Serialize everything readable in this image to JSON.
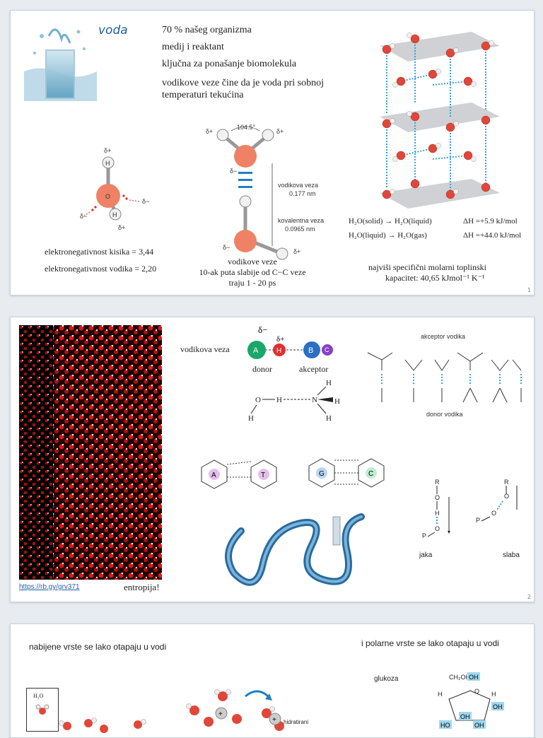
{
  "slide1": {
    "title": "voda",
    "bullets": [
      "70 % našeg organizma",
      "medij i reaktant",
      "ključna za ponašanje biomolekula",
      "vodikove veze čine da je voda pri sobnoj",
      "temperaturi tekućina"
    ],
    "water_labels": {
      "delta_plus": "δ+",
      "delta_minus": "δ−",
      "H": "H",
      "O": "O"
    },
    "en_oxygen": "elektronegativnost kisika = 3,44",
    "en_hydrogen": "elektronegativnost vodika = 2,20",
    "dimer": {
      "angle": "104.5°",
      "hbond_label": "vodikova veza",
      "hbond_len": "0.177 nm",
      "cov_label": "kovalentna veza",
      "cov_len": "0.0965 nm"
    },
    "caption_lines": [
      "vodikove veze",
      "10-ak puta slabije od C−C veze",
      "traju 1 - 20 ps"
    ],
    "reaction1": "H₂O(solid) → H₂O(liquid)",
    "dh1": "ΔH =+5.9 kJ/mol",
    "reaction2": "H₂O(liquid) → H₂O(gas)",
    "dh2": "ΔH =+44.0 kJ/mol",
    "heat_line1": "najviši specifični molarni toplinski",
    "heat_line2": "kapacitet: 40,65 kJmol⁻¹ K⁻¹",
    "page": "1"
  },
  "slide2": {
    "hbond_title": "vodikova veza",
    "donor": "donor",
    "acceptor": "akceptor",
    "atoms": {
      "A": "A",
      "H": "H",
      "B": "B",
      "C": "C",
      "dminus": "δ−",
      "dplus": "δ+"
    },
    "akceptor_vodika": "akceptor vodika",
    "donor_vodika": "donor vodika",
    "link": "https://rb.gy/grv371",
    "entropija": "entropija!",
    "jaka": "jaka",
    "slaba": "slaba",
    "base_A": "A",
    "base_T": "T",
    "base_G": "G",
    "base_C": "C",
    "page": "2"
  },
  "slide3": {
    "left_title": "nabijene vrste se lako otapaju u vodi",
    "right_title": "i polarne vrste se lako otapaju u vodi",
    "glukoza": "glukoza",
    "h2o": "H₂O",
    "hidratirani": "hidratirani",
    "ch2oh": "CH₂OH",
    "oh": "OH",
    "ho": "HO",
    "h": "H",
    "o": "O"
  },
  "colors": {
    "accent_blue": "#1f5fa8",
    "oxygen_red": "#e0473a",
    "hbond_blue": "#3aa0d8"
  }
}
